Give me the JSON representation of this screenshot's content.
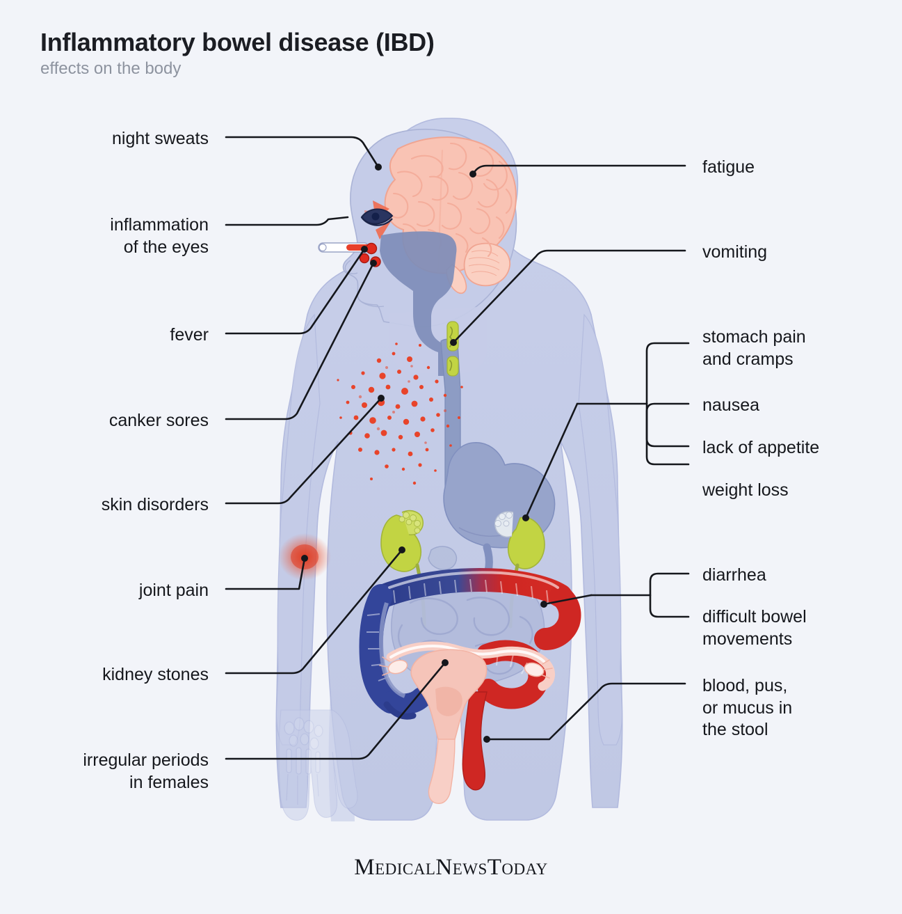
{
  "header": {
    "title": "Inflammatory bowel disease (IBD)",
    "subtitle": "effects on the body"
  },
  "footer": {
    "brand": "MedicalNewsToday"
  },
  "colors": {
    "background": "#f2f4f9",
    "title_text": "#1b1d23",
    "subtitle_text": "#8d939f",
    "label_text": "#15171c",
    "leader_line": "#15171c",
    "body_silhouette": "#c5cce8",
    "body_outline": "#aab3d6",
    "brain_pink": "#f9c3b4",
    "brain_outline": "#f2a694",
    "esophagus_blue": "#8d9cc4",
    "stomach_blue": "#97a4cb",
    "kidney_green": "#c2d443",
    "colon_blue": "#33459a",
    "colon_red": "#cf2723",
    "rash_red": "#e8442a",
    "uterus_pink": "#f8cfc6",
    "throat_blue": "#7e8db9"
  },
  "labels_left": [
    {
      "id": "night-sweats",
      "text": "night sweats"
    },
    {
      "id": "inflammation-eyes",
      "text": "inflammation\nof the eyes"
    },
    {
      "id": "fever",
      "text": "fever"
    },
    {
      "id": "canker-sores",
      "text": "canker sores"
    },
    {
      "id": "skin-disorders",
      "text": "skin disorders"
    },
    {
      "id": "joint-pain",
      "text": "joint pain"
    },
    {
      "id": "kidney-stones",
      "text": "kidney stones"
    },
    {
      "id": "irregular-periods",
      "text": "irregular periods\nin females"
    }
  ],
  "labels_right": [
    {
      "id": "fatigue",
      "text": "fatigue"
    },
    {
      "id": "vomiting",
      "text": "vomiting"
    },
    {
      "id": "stomach-pain",
      "text": "stomach pain\nand cramps"
    },
    {
      "id": "nausea",
      "text": "nausea"
    },
    {
      "id": "lack-of-appetite",
      "text": "lack of appetite"
    },
    {
      "id": "weight-loss",
      "text": "weight loss"
    },
    {
      "id": "diarrhea",
      "text": "diarrhea"
    },
    {
      "id": "difficult-bowel",
      "text": "difficult bowel\nmovements"
    },
    {
      "id": "blood-pus-mucus",
      "text": "blood, pus,\nor mucus in\nthe stool"
    }
  ],
  "anatomy": [
    {
      "id": "brain",
      "name": "brain"
    },
    {
      "id": "eye",
      "name": "inflamed-eye"
    },
    {
      "id": "thermometer",
      "name": "thermometer"
    },
    {
      "id": "canker-sores",
      "name": "canker-sores"
    },
    {
      "id": "throat",
      "name": "throat-and-oral-cavity"
    },
    {
      "id": "esophagus",
      "name": "esophagus"
    },
    {
      "id": "stomach",
      "name": "stomach"
    },
    {
      "id": "kidneys",
      "name": "kidneys"
    },
    {
      "id": "colon",
      "name": "large-intestine"
    },
    {
      "id": "small-intestine",
      "name": "small-intestine"
    },
    {
      "id": "rectum",
      "name": "rectum"
    },
    {
      "id": "uterus",
      "name": "uterus-and-ovaries"
    },
    {
      "id": "skin-rash",
      "name": "skin-rash"
    },
    {
      "id": "joint-inflammation",
      "name": "elbow-joint-inflammation"
    },
    {
      "id": "hand-bones",
      "name": "hand-skeleton"
    }
  ]
}
